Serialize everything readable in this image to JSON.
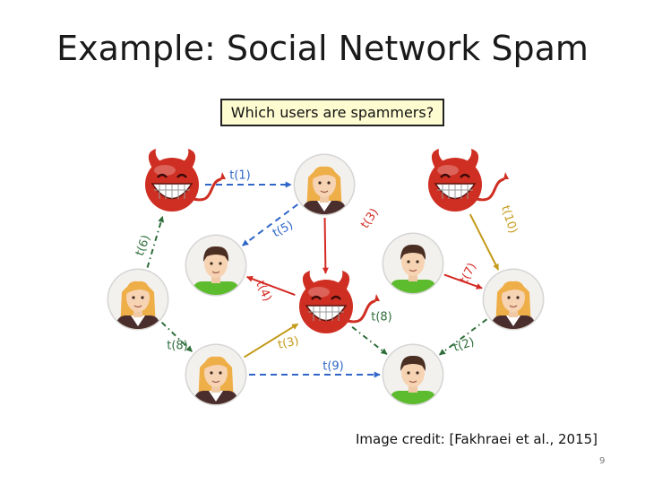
{
  "slide": {
    "title": "Example: Social Network Spam",
    "question": "Which users are spammers?",
    "credit": "Image credit: [Fakhraei et al., 2015]",
    "page_number": "9"
  },
  "colors": {
    "blue": "#2f66c8",
    "green": "#2f6e3b",
    "gold": "#c49a1a",
    "red": "#d42a24",
    "devil": "#cf2f22",
    "female_hair": "#eeae48",
    "male_hair": "#4a2e22",
    "shirt_green": "#5dbb2e",
    "shirt_dark": "#4a2d2d"
  },
  "nodes": [
    {
      "id": "d1",
      "kind": "devil"
    },
    {
      "id": "f1",
      "kind": "female"
    },
    {
      "id": "d2",
      "kind": "devil"
    },
    {
      "id": "m1",
      "kind": "male"
    },
    {
      "id": "m2",
      "kind": "male"
    },
    {
      "id": "f2",
      "kind": "female"
    },
    {
      "id": "d3",
      "kind": "devil"
    },
    {
      "id": "f3",
      "kind": "female"
    },
    {
      "id": "f4",
      "kind": "female"
    },
    {
      "id": "m3",
      "kind": "male"
    }
  ],
  "edges": [
    {
      "from": "d1",
      "to": "f1",
      "label": "t(1)",
      "color": "blue",
      "style": "dashed"
    },
    {
      "from": "f3",
      "to": "d1",
      "label": "t(6)",
      "color": "green",
      "style": "dashdot"
    },
    {
      "from": "f1",
      "to": "m1",
      "label": "t(5)",
      "color": "blue",
      "style": "dashed"
    },
    {
      "from": "f1",
      "to": "d3",
      "label": "t(3)",
      "color": "red",
      "style": "solid"
    },
    {
      "from": "d2",
      "to": "f2",
      "label": "t(10)",
      "color": "gold",
      "style": "solid"
    },
    {
      "from": "d3",
      "to": "m1",
      "label": "t(4)",
      "color": "red",
      "style": "solid"
    },
    {
      "from": "m2",
      "to": "f2",
      "label": "t(7)",
      "color": "red",
      "style": "solid"
    },
    {
      "from": "d3",
      "to": "m3",
      "label": "t(8)",
      "color": "green",
      "style": "dashdot"
    },
    {
      "from": "f3",
      "to": "f4",
      "label": "t(8)",
      "color": "green",
      "style": "dashdot"
    },
    {
      "from": "f4",
      "to": "d3",
      "label": "t(3)",
      "color": "gold",
      "style": "solid"
    },
    {
      "from": "f4",
      "to": "m3",
      "label": "t(9)",
      "color": "blue",
      "style": "dashed"
    },
    {
      "from": "f2",
      "to": "m3",
      "label": "t(2)",
      "color": "green",
      "style": "dashdot"
    }
  ]
}
